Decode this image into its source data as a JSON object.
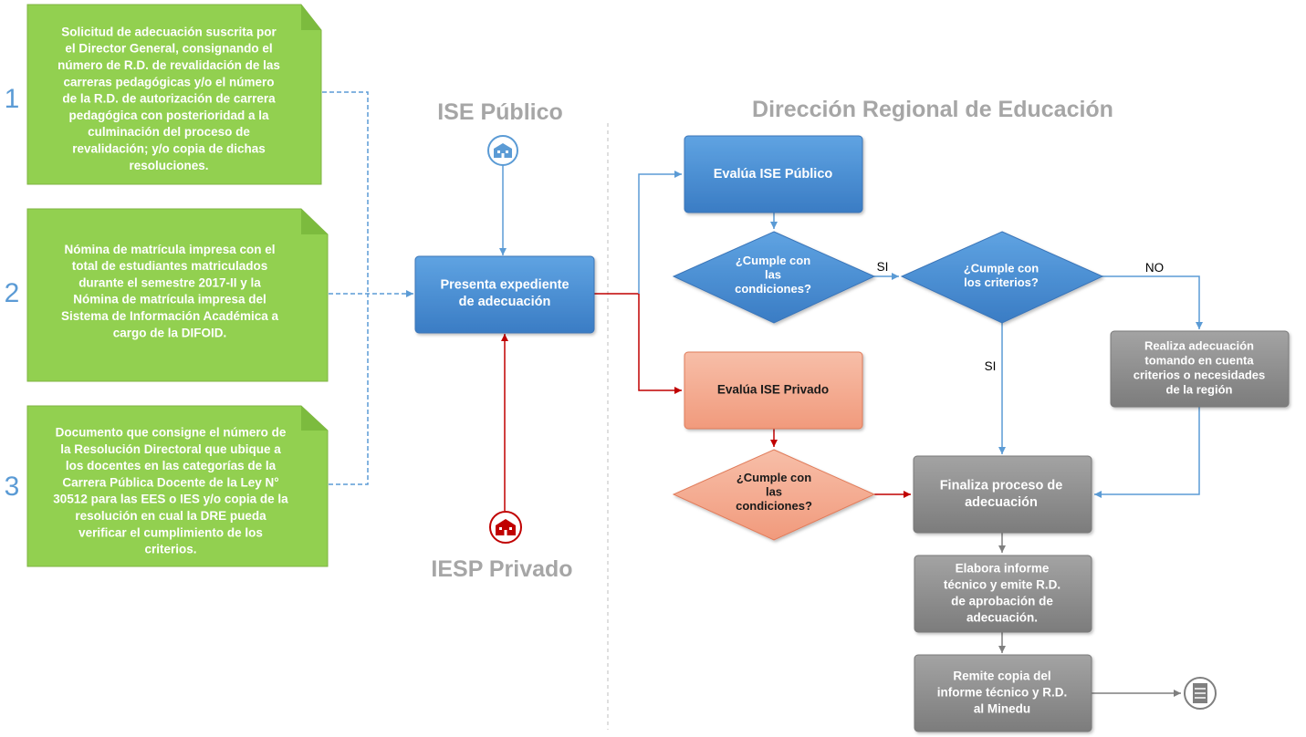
{
  "numbers": [
    "1",
    "2",
    "3"
  ],
  "documents": [
    {
      "lines": [
        "Solicitud de adecuación suscrita por",
        "el Director General, consignando el",
        "número de R.D. de revalidación de las",
        "carreras pedagógicas y/o el número",
        "de la R.D. de autorización de carrera",
        "pedagógica con posterioridad a la",
        "culminación del proceso de",
        "revalidación; y/o copia de dichas",
        "resoluciones."
      ]
    },
    {
      "lines": [
        "Nómina de matrícula impresa con el",
        "total de estudiantes matriculados",
        "durante el semestre 2017-II y la",
        "Nómina de matrícula impresa del",
        "Sistema de Información Académica a",
        "cargo de la DIFOID."
      ]
    },
    {
      "lines": [
        "Documento que consigne el número de",
        "la Resolución Directoral que ubique a",
        "los docentes en las categorías de la",
        "Carrera Pública Docente de la Ley N°",
        "30512 para las EES o IES y/o copia de la",
        "resolución en cual la DRE pueda",
        "verificar el cumplimiento de los",
        "criterios."
      ]
    }
  ],
  "headers": {
    "ise_publico": "ISE Público",
    "iesp_privado": "IESP Privado",
    "dre": "Dirección Regional de Educación"
  },
  "nodes": {
    "presenta": [
      "Presenta expediente",
      "de adecuación"
    ],
    "evalua_publico": [
      "Evalúa ISE Público"
    ],
    "evalua_privado": [
      "Evalúa ISE Privado"
    ],
    "cumple_condiciones_1": [
      "¿Cumple con",
      "las",
      "condiciones?"
    ],
    "cumple_criterios": [
      "¿Cumple con",
      "los criterios?"
    ],
    "cumple_condiciones_2": [
      "¿Cumple con",
      "las",
      "condiciones?"
    ],
    "realiza": [
      "Realiza adecuación",
      "tomando en cuenta",
      "criterios o necesidades",
      "de la región"
    ],
    "finaliza": [
      "Finaliza proceso de",
      "adecuación"
    ],
    "elabora": [
      "Elabora informe",
      "técnico y emite R.D.",
      "de aprobación de",
      "adecuación."
    ],
    "remite": [
      "Remite copia del",
      "informe técnico y R.D.",
      "al Minedu"
    ]
  },
  "edge_labels": {
    "si_1": "SI",
    "no": "NO",
    "si_2": "SI"
  },
  "icons": {
    "public": "school-building-icon",
    "private": "school-building-icon",
    "end": "document-archive-icon"
  },
  "colors": {
    "green": "#92d050",
    "blue": "#4a8fd4",
    "salmon": "#f4a488",
    "gray": "#8c8c8c",
    "red_line": "#c00000",
    "blue_line": "#5b9bd5",
    "header_gray": "#a6a6a6"
  }
}
